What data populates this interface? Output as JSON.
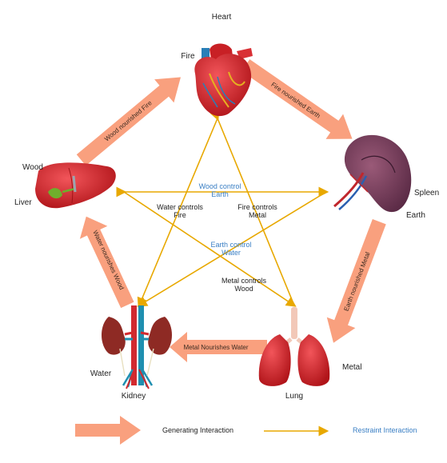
{
  "organs": {
    "heart": {
      "organ": "Heart",
      "element": "Fire"
    },
    "spleen": {
      "organ": "Spleen",
      "element": "Earth"
    },
    "lung": {
      "organ": "Lung",
      "element": "Metal"
    },
    "kidney": {
      "organ": "Kidney",
      "element": "Water"
    },
    "liver": {
      "organ": "Liver",
      "element": "Wood"
    }
  },
  "generating": {
    "wood_fire": "Wood nourished Fire",
    "fire_earth": "Fire nourished Earth",
    "earth_metal": "Earth nourished Metal",
    "metal_water": "Metal Nourishes Water",
    "water_wood": "Water nourishes Wood"
  },
  "restraint": {
    "wood_earth_1": "Wood control",
    "wood_earth_2": "Earth",
    "water_fire_1": "Water controls",
    "water_fire_2": "Fire",
    "fire_metal_1": "Fire controls",
    "fire_metal_2": "Metal",
    "earth_water_1": "Earth control",
    "earth_water_2": "Water",
    "metal_wood_1": "Metal controls",
    "metal_wood_2": "Wood"
  },
  "legend": {
    "generating": "Generating Interaction",
    "restraint": "Restraint Interaction"
  },
  "colors": {
    "generating_arrow": "#f9a07e",
    "restraint_arrow": "#e8a800",
    "organ_red": "#d9252a",
    "restraint_text": "#3a7fc4"
  }
}
